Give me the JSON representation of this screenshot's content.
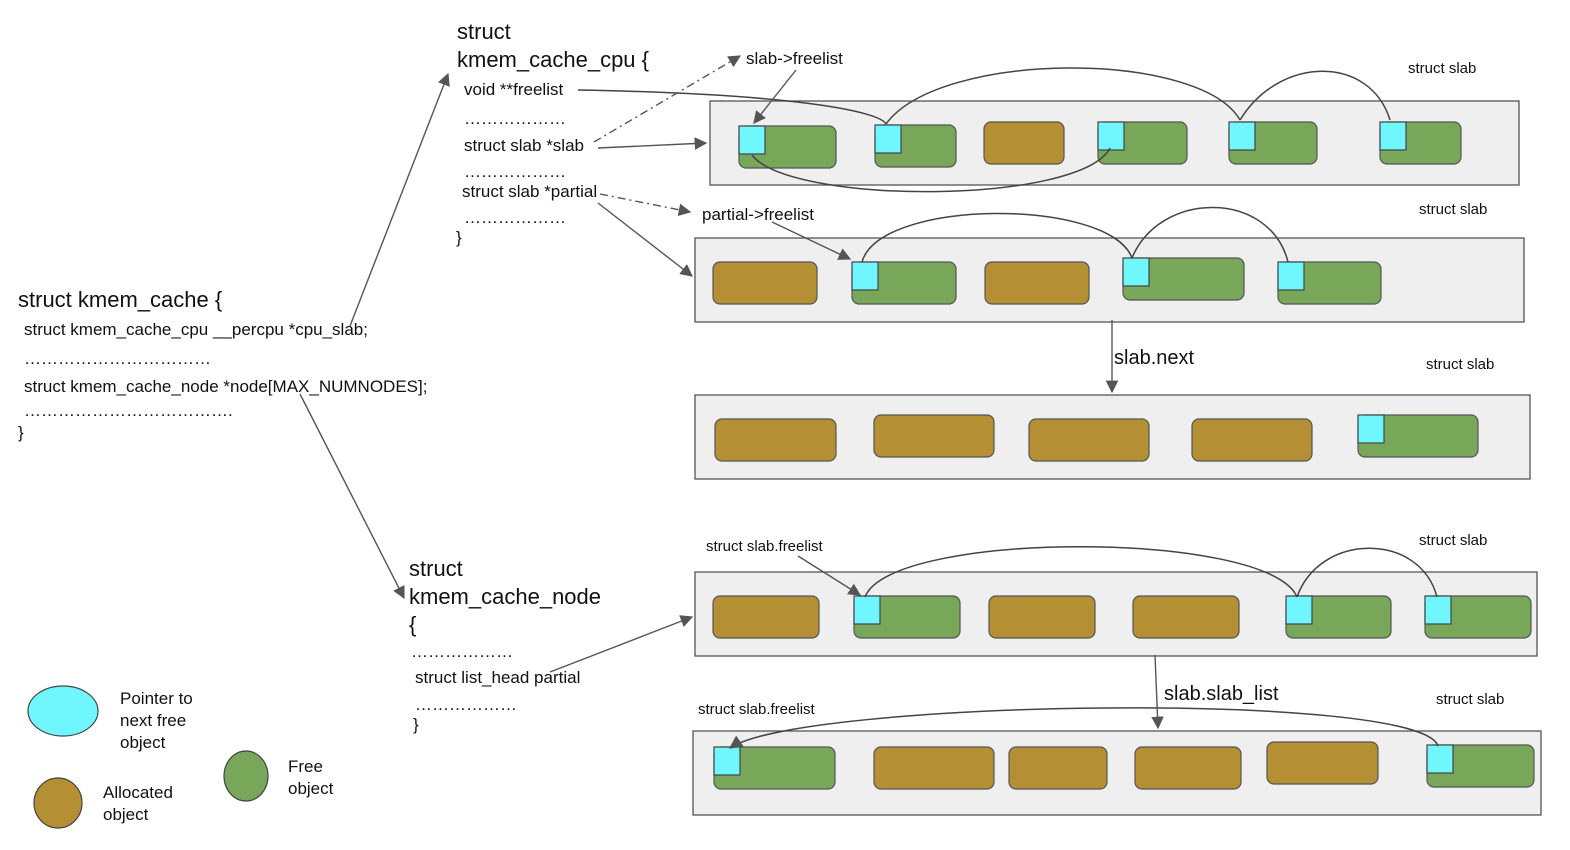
{
  "colors": {
    "slab_fill": "#efefef",
    "slab_stroke": "#555555",
    "free_object": "#79a75a",
    "allocated_object": "#b58f33",
    "pointer": "#6ff7fd",
    "arrow": "#555555"
  },
  "kmem_cache": {
    "title": "struct kmem_cache {",
    "lines": [
      "struct kmem_cache_cpu __percpu *cpu_slab;",
      "……………………………",
      "struct kmem_cache_node *node[MAX_NUMNODES];",
      "……………………………….",
      "}"
    ]
  },
  "kmem_cache_cpu": {
    "title_line1": "struct",
    "title_line2": "kmem_cache_cpu {",
    "lines": [
      "void **freelist",
      "………………",
      "struct slab *slab",
      "………………",
      "struct slab *partial",
      "………………",
      "}"
    ]
  },
  "kmem_cache_node": {
    "title_line1": "struct",
    "title_line2": "kmem_cache_node",
    "title_line3": "{",
    "lines": [
      "………………",
      "struct list_head partial",
      "………………",
      "}"
    ]
  },
  "labels": {
    "slab_freelist": "slab->freelist",
    "partial_freelist": "partial->freelist",
    "slab_next": "slab.next",
    "slab_slab_list": "slab.slab_list",
    "struct_slab_freelist_1": "struct slab.freelist",
    "struct_slab_freelist_2": "struct slab.freelist",
    "struct_slab_1": "struct slab",
    "struct_slab_2": "struct slab",
    "struct_slab_3": "struct slab",
    "struct_slab_4": "struct slab",
    "struct_slab_5": "struct slab"
  },
  "legend": {
    "pointer": "Pointer to\nnext free\nobject",
    "allocated": "Allocated\nobject",
    "free": "Free\nobject"
  },
  "slabs": [
    {
      "name": "cpu-slab",
      "objects": [
        "free-ptr",
        "free-ptr",
        "allocated",
        "free-ptr",
        "free-ptr",
        "free-ptr"
      ]
    },
    {
      "name": "cpu-partial-slab-1",
      "objects": [
        "allocated",
        "free-ptr",
        "allocated",
        "free-ptr",
        "free-ptr"
      ]
    },
    {
      "name": "cpu-partial-slab-2",
      "objects": [
        "allocated",
        "allocated",
        "allocated",
        "allocated",
        "free-ptr"
      ]
    },
    {
      "name": "node-partial-slab-1",
      "objects": [
        "allocated",
        "free-ptr",
        "allocated",
        "allocated",
        "free-ptr",
        "free-ptr"
      ]
    },
    {
      "name": "node-partial-slab-2",
      "objects": [
        "free-ptr",
        "allocated",
        "allocated",
        "allocated",
        "allocated",
        "free-ptr"
      ]
    }
  ]
}
